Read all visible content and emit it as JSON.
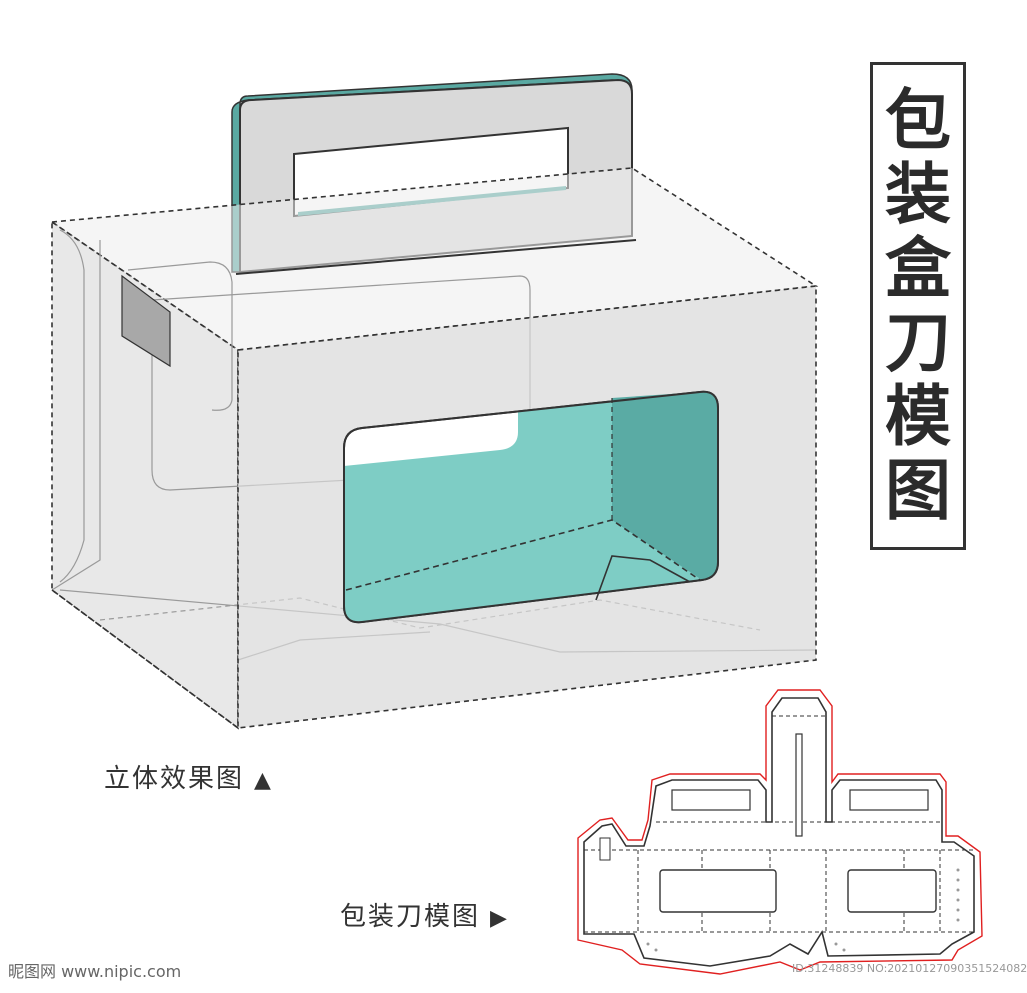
{
  "title": "包装盒刀模图",
  "labels": {
    "three_d": "立体效果图",
    "three_d_marker": "▲",
    "dieline": "包装刀模图",
    "dieline_marker": "▶"
  },
  "watermark": {
    "left": "昵图网 www.nipic.com",
    "right": "ID:31248839 NO:20210127090351524082"
  },
  "colors": {
    "box_face": "#dcdcdc",
    "window_fill": "#7ecdc5",
    "window_shadow": "#5aaba4",
    "handle_edge": "#5aa9a2",
    "dieline_cut": "#e02020",
    "line": "#333333"
  }
}
